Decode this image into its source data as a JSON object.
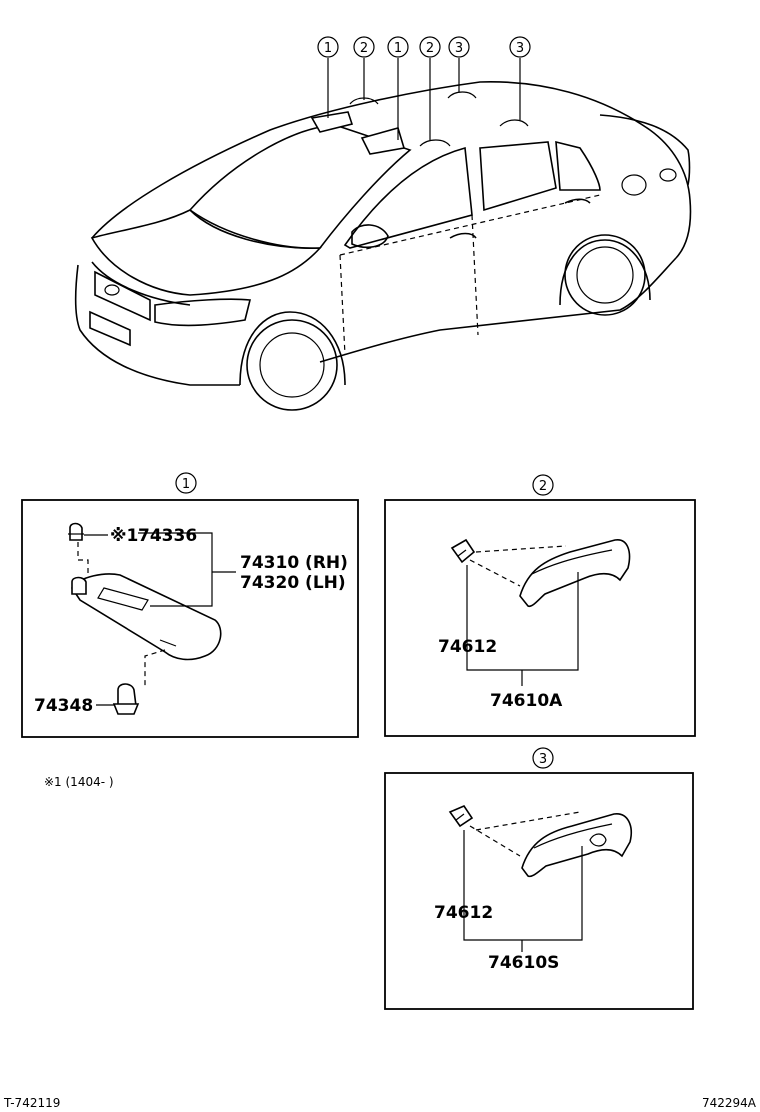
{
  "callouts": {
    "c1": "1",
    "c2": "2",
    "c3": "3"
  },
  "panel1": {
    "clip_mark": "※1",
    "clip_part": "74336",
    "visor_rh": "74310 (RH)",
    "visor_lh": "74320 (LH)",
    "holder": "74348"
  },
  "panel2": {
    "cap": "74612",
    "assy": "74610A"
  },
  "panel3": {
    "cap": "74612",
    "assy": "74610S"
  },
  "note": "※1 (1404-     )",
  "footer": {
    "left": "T-742119",
    "right": "742294A"
  }
}
